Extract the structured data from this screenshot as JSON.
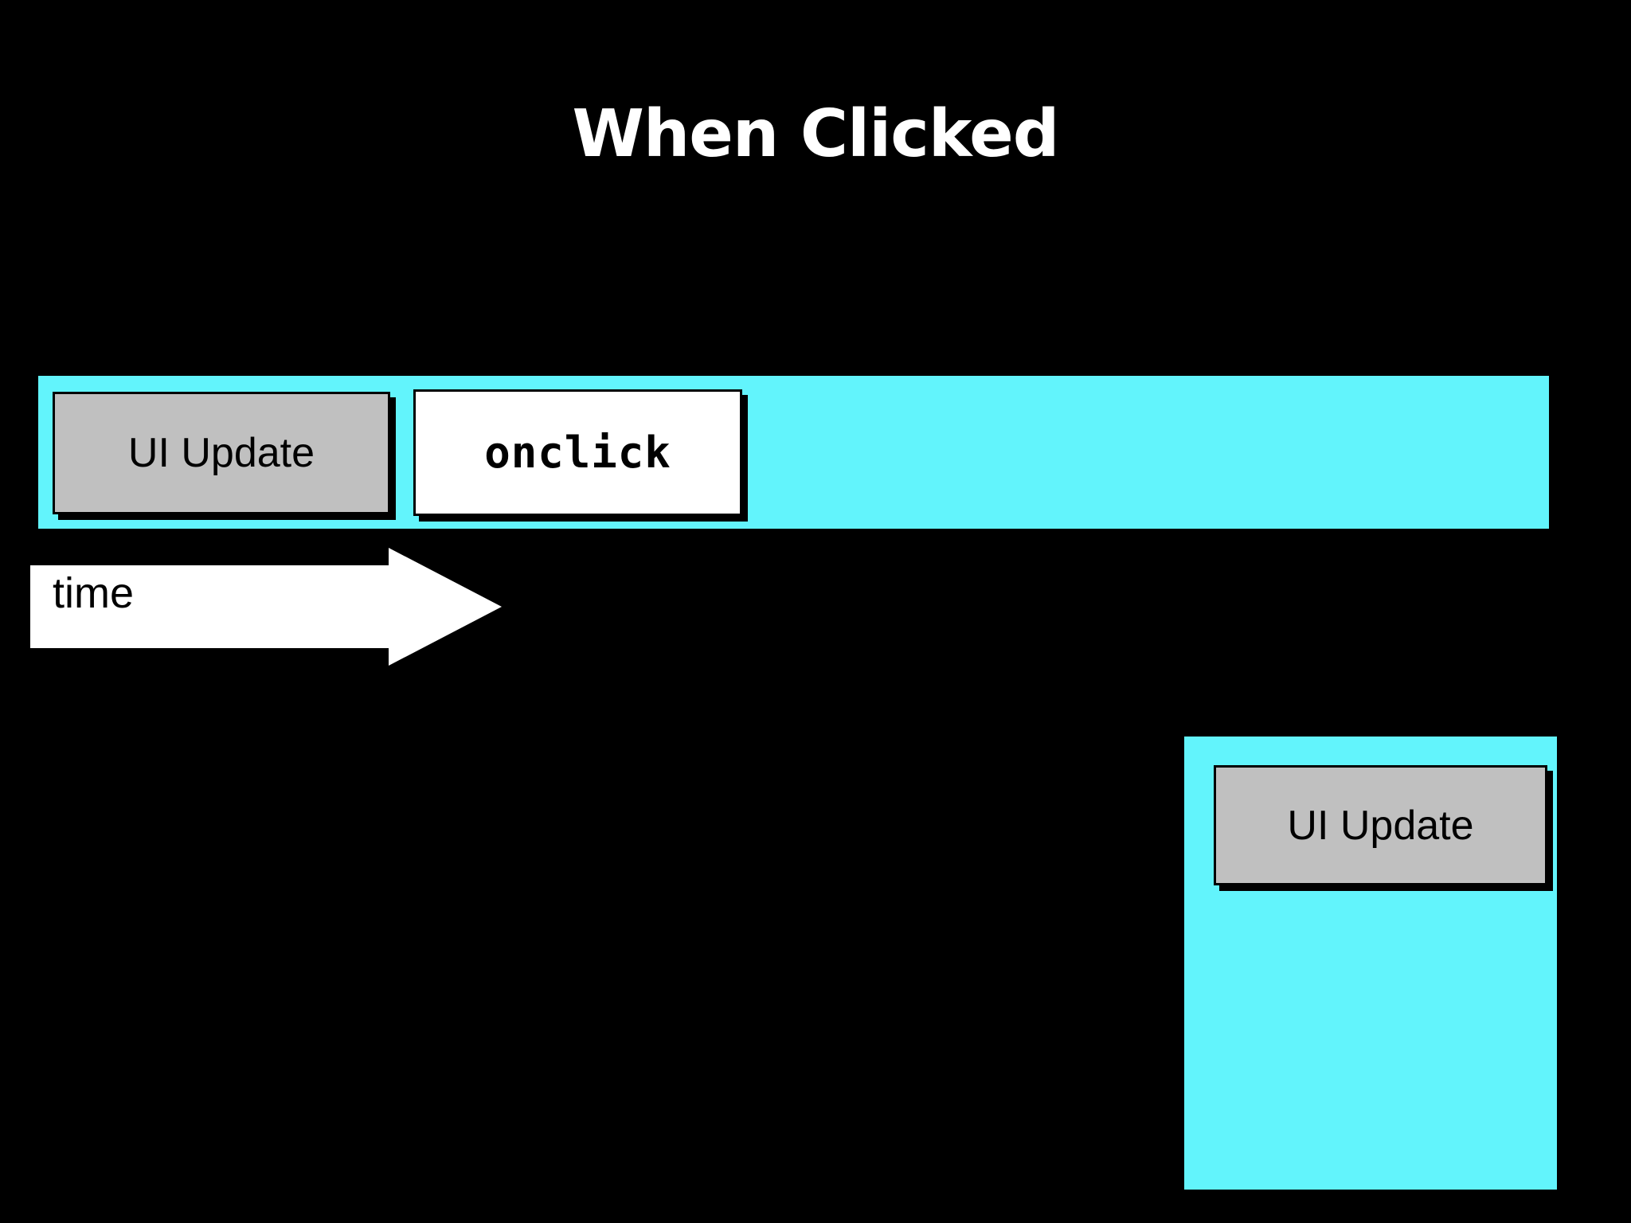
{
  "slide": {
    "title": "When Clicked",
    "background_color": "#000000",
    "accent_color": "#62f4fc"
  },
  "timeline": {
    "band_label": "main-thread-timeline",
    "blocks": [
      {
        "label": "UI Update",
        "style": "gray-box"
      },
      {
        "label": "onclick",
        "style": "white-mono-box"
      }
    ]
  },
  "axis": {
    "label": "time",
    "direction": "left-to-right"
  },
  "detail": {
    "block_label": "UI Update",
    "accent_color": "#62f4fc"
  },
  "colors": {
    "cyan": "#62f4fc",
    "gray_box": "#c0c0c0",
    "white_box": "#ffffff",
    "outline": "#000000",
    "text_on_dark": "#ffffff"
  }
}
